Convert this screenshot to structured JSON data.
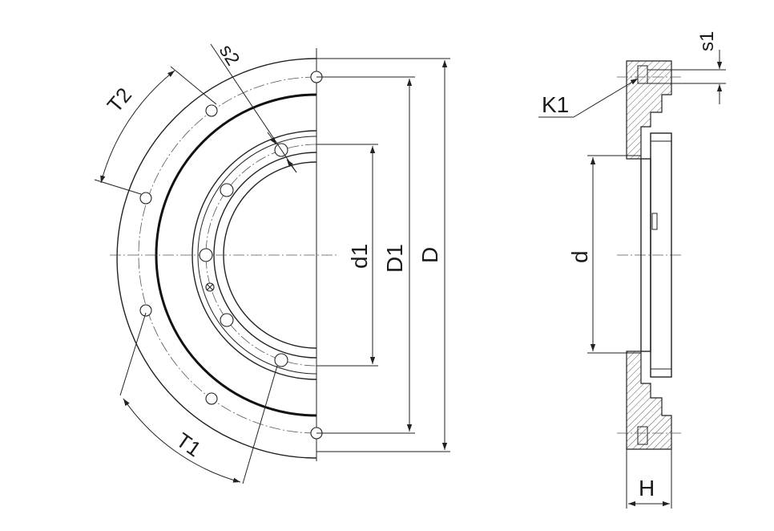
{
  "labels": {
    "s2": "s2",
    "t2": "T2",
    "t1": "T1",
    "d1": "d1",
    "D1": "D1",
    "D": "D",
    "k1": "K1",
    "s1": "s1",
    "d": "d",
    "h": "H"
  },
  "colors": {
    "line": "#222222",
    "background": "#ffffff"
  }
}
